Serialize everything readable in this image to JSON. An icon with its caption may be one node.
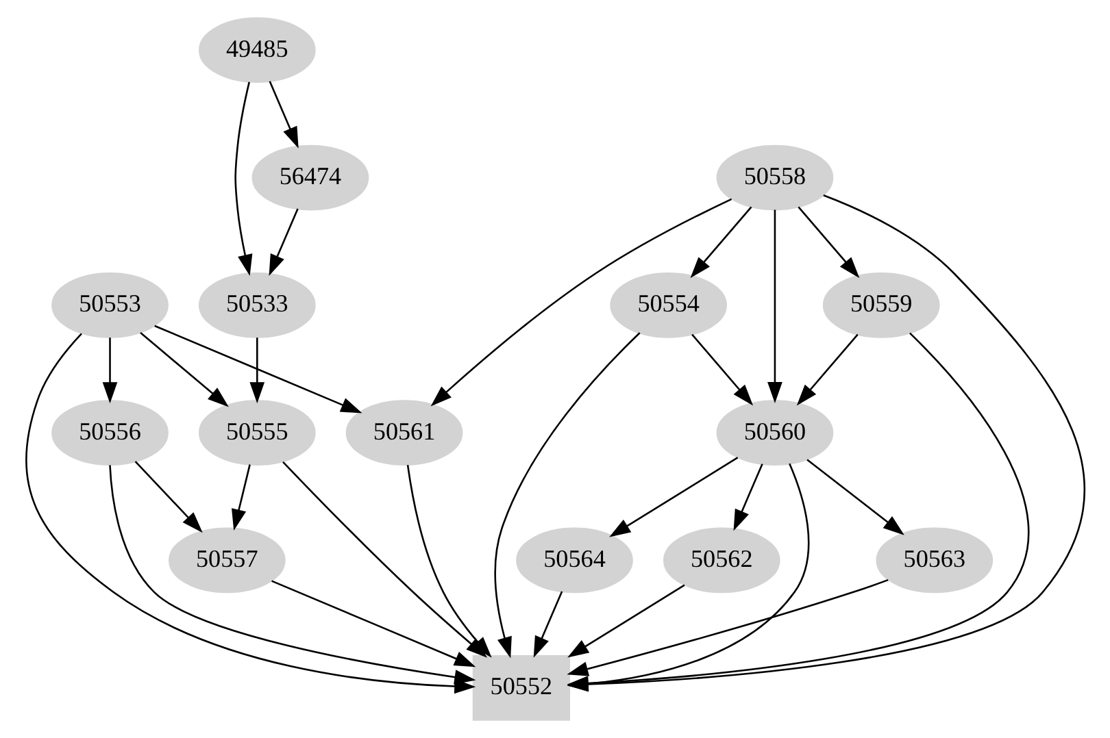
{
  "diagram": {
    "nodes": [
      {
        "text": [
          "49485"
        ]
      },
      {
        "text": [
          "56474"
        ]
      },
      {
        "text": [
          "50558"
        ]
      },
      {
        "text": [
          "50533"
        ]
      },
      {
        "text": [
          "50553"
        ]
      },
      {
        "text": [
          "50559"
        ]
      },
      {
        "text": [
          "50554"
        ]
      },
      {
        "text": [
          "50555"
        ]
      },
      {
        "text": [
          "50556"
        ]
      },
      {
        "text": [
          "50561"
        ]
      },
      {
        "text": [
          "50560"
        ]
      },
      {
        "text": [
          "50557"
        ]
      },
      {
        "text": [
          "50563"
        ]
      },
      {
        "text": [
          "50564"
        ]
      },
      {
        "text": [
          "50562"
        ]
      },
      {
        "text": [
          "50552"
        ]
      }
    ],
    "edges": [
      {
        "from": 0,
        "to": 1,
        "arrow": "to"
      },
      {
        "from": 0,
        "to": 3,
        "arrow": "to"
      },
      {
        "from": 1,
        "to": 3,
        "arrow": "to"
      },
      {
        "from": 3,
        "to": 7,
        "arrow": "to"
      },
      {
        "from": 4,
        "to": 7,
        "arrow": "to"
      },
      {
        "from": 4,
        "to": 8,
        "arrow": "to"
      },
      {
        "from": 4,
        "to": 15,
        "arrow": "to"
      },
      {
        "from": 4,
        "to": 9,
        "arrow": "to"
      },
      {
        "from": 2,
        "to": 9,
        "arrow": "to"
      },
      {
        "from": 2,
        "to": 5,
        "arrow": "to"
      },
      {
        "from": 2,
        "to": 10,
        "arrow": "to"
      },
      {
        "from": 2,
        "to": 6,
        "arrow": "to"
      },
      {
        "from": 2,
        "to": 15,
        "arrow": "to"
      },
      {
        "from": 5,
        "to": 10,
        "arrow": "to"
      },
      {
        "from": 5,
        "to": 15,
        "arrow": "to"
      },
      {
        "from": 6,
        "to": 10,
        "arrow": "to"
      },
      {
        "from": 6,
        "to": 15,
        "arrow": "to"
      },
      {
        "from": 7,
        "to": 11,
        "arrow": "to"
      },
      {
        "from": 7,
        "to": 15,
        "arrow": "to"
      },
      {
        "from": 8,
        "to": 11,
        "arrow": "to"
      },
      {
        "from": 8,
        "to": 15,
        "arrow": "to"
      },
      {
        "from": 9,
        "to": 15,
        "arrow": "to"
      },
      {
        "from": 10,
        "to": 12,
        "arrow": "to"
      },
      {
        "from": 10,
        "to": 13,
        "arrow": "to"
      },
      {
        "from": 10,
        "to": 14,
        "arrow": "to"
      },
      {
        "from": 10,
        "to": 15,
        "arrow": "to"
      },
      {
        "from": 11,
        "to": 15,
        "arrow": "to"
      },
      {
        "from": 12,
        "to": 15,
        "arrow": "to"
      },
      {
        "from": 13,
        "to": 15,
        "arrow": "to"
      },
      {
        "from": 14,
        "to": 15,
        "arrow": "to"
      }
    ]
  }
}
